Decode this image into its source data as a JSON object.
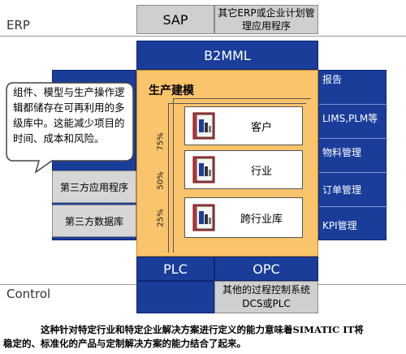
{
  "layers": {
    "erp": "ERP",
    "control": "Control"
  },
  "top": {
    "sap": "SAP",
    "other_erp": "其它ERP或企业计划管理应用程序",
    "b2mml": "B2MML"
  },
  "left": {
    "third_party_app": "第三方应用程序",
    "third_party_db": "第三方数据库"
  },
  "callout": "组件、模型与生产操作逻辑都储存在可再利用的多级库中。这能减少项目的时间、成本和风险。",
  "center": {
    "title": "生产建模",
    "modules": [
      {
        "label": "客户",
        "pct": "75%"
      },
      {
        "label": "行业",
        "pct": "50%"
      },
      {
        "label": "跨行业库",
        "pct": "25%"
      }
    ]
  },
  "right": {
    "items": [
      "报告",
      "LIMS,PLM等",
      "物料管理",
      "订单管理",
      "KPI管理"
    ]
  },
  "bottom": {
    "plc": "PLC",
    "opc": "OPC",
    "other_process_line1": "其他的过程控制系统",
    "other_process_line2": "DCS或PLC"
  },
  "caption_line1": "这种针对特定行业和特定企业解决方案进行定义的能力意味着SIMATIC IT将",
  "caption_line2": "稳定的、标准化的产品与定制解决方案的能力结合了起来。",
  "colors": {
    "blue": "#1a3d9a",
    "orange": "#f9c46b",
    "gray": "#cfcfcf"
  }
}
